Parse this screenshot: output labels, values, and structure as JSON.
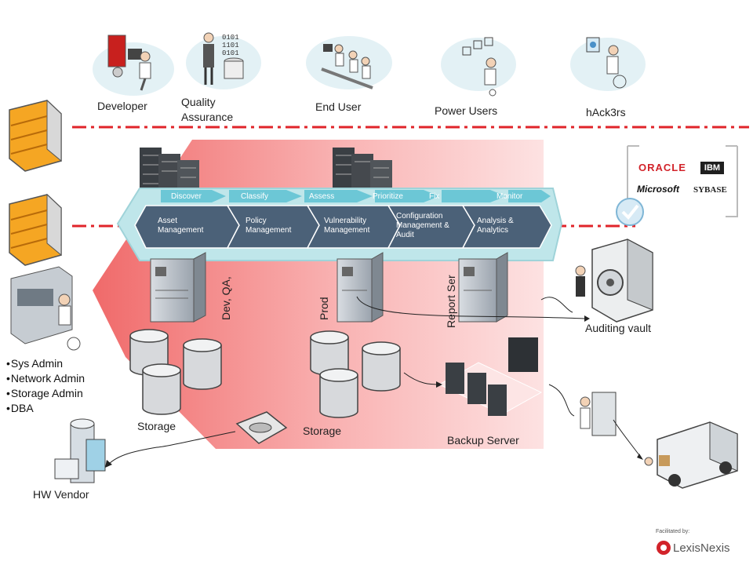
{
  "roles": {
    "developer": "Developer",
    "qa": "Quality Assurance",
    "end_user": "End User",
    "power_users": "Power Users",
    "hackers": "hAck3rs"
  },
  "admins": [
    "Sys Admin",
    "Network Admin",
    "Storage Admin",
    "DBA"
  ],
  "hw_vendor": "HW Vendor",
  "process_steps": [
    "Discover",
    "Classify",
    "Assess",
    "Prioritize",
    "Fix",
    "Monitor"
  ],
  "stages": [
    "Asset Management",
    "Policy Management",
    "Vulnerability Management",
    "Configuration Management & Audit",
    "Analysis & Analytics"
  ],
  "servers": {
    "dev_qa": "Dev, QA,",
    "prod": "Prod",
    "report": "Report  Ser"
  },
  "storage": [
    "Storage",
    "Storage"
  ],
  "backup_server": "Backup Server",
  "auditing_vault": "Auditing vault",
  "vendors": [
    "ORACLE",
    "IBM",
    "Microsoft",
    "SYBASE"
  ],
  "footer": {
    "facilitated": "Facilitated by:",
    "brand": "LexisNexis"
  },
  "colors": {
    "zone_red": "#f07a7a",
    "process_band": "#bfe6ea",
    "chevron": "#4b6178",
    "firewall": "#f5a623",
    "dash_line": "#e0242a"
  }
}
